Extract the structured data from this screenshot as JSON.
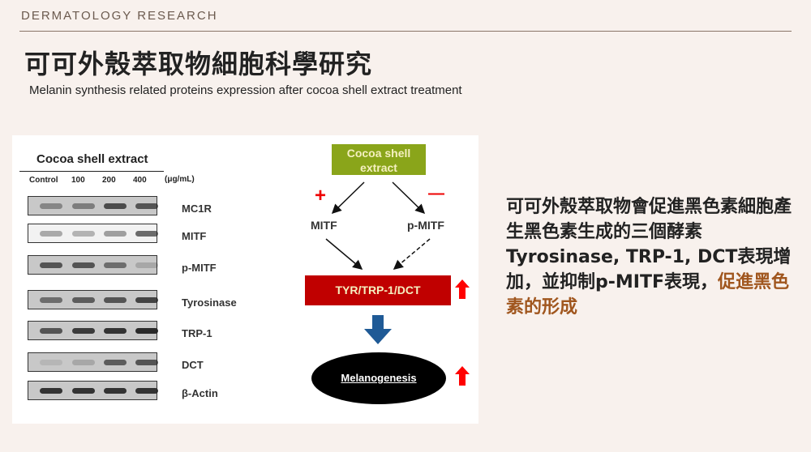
{
  "header": {
    "category": "DERMATOLOGY  RESEARCH",
    "title": "可可外殼萃取物細胞科學研究",
    "subtitle": "Melanin synthesis related proteins expression after cocoa shell extract treatment"
  },
  "blot": {
    "title": "Cocoa shell extract",
    "lanes": [
      "Control",
      "100",
      "200",
      "400"
    ],
    "unit": "(μg/mL)",
    "rows": [
      {
        "label": "MC1R",
        "intensity": [
          0.4,
          0.45,
          0.75,
          0.7
        ]
      },
      {
        "label": "MITF",
        "intensity": [
          0.35,
          0.3,
          0.4,
          0.65
        ]
      },
      {
        "label": "p-MITF",
        "intensity": [
          0.7,
          0.7,
          0.55,
          0.2
        ]
      },
      {
        "label": "Tyrosinase",
        "intensity": [
          0.55,
          0.65,
          0.7,
          0.8
        ]
      },
      {
        "label": "TRP-1",
        "intensity": [
          0.7,
          0.85,
          0.9,
          0.95
        ]
      },
      {
        "label": "DCT",
        "intensity": [
          0.1,
          0.2,
          0.65,
          0.7
        ]
      },
      {
        "label": "β-Actin",
        "intensity": [
          0.9,
          0.9,
          0.9,
          0.9
        ]
      }
    ]
  },
  "diagram": {
    "source": "Cocoa shell extract",
    "plus": "+",
    "minus": "—",
    "left_node": "MITF",
    "right_node": "p-MITF",
    "target": "TYR/TRP-1/DCT",
    "outcome": "Melanogenesis",
    "colors": {
      "source": "#8aa51a",
      "target": "#c00000",
      "arrow": "#1f5a96",
      "up": "#ff0000"
    }
  },
  "summary": {
    "text": "可可外殼萃取物會促進黑色素細胞產生黑色素生成的三個酵素Tyrosinase, TRP-1, DCT表現增加，並抑制p-MITF表現，",
    "highlight": "促進黑色素的形成"
  }
}
